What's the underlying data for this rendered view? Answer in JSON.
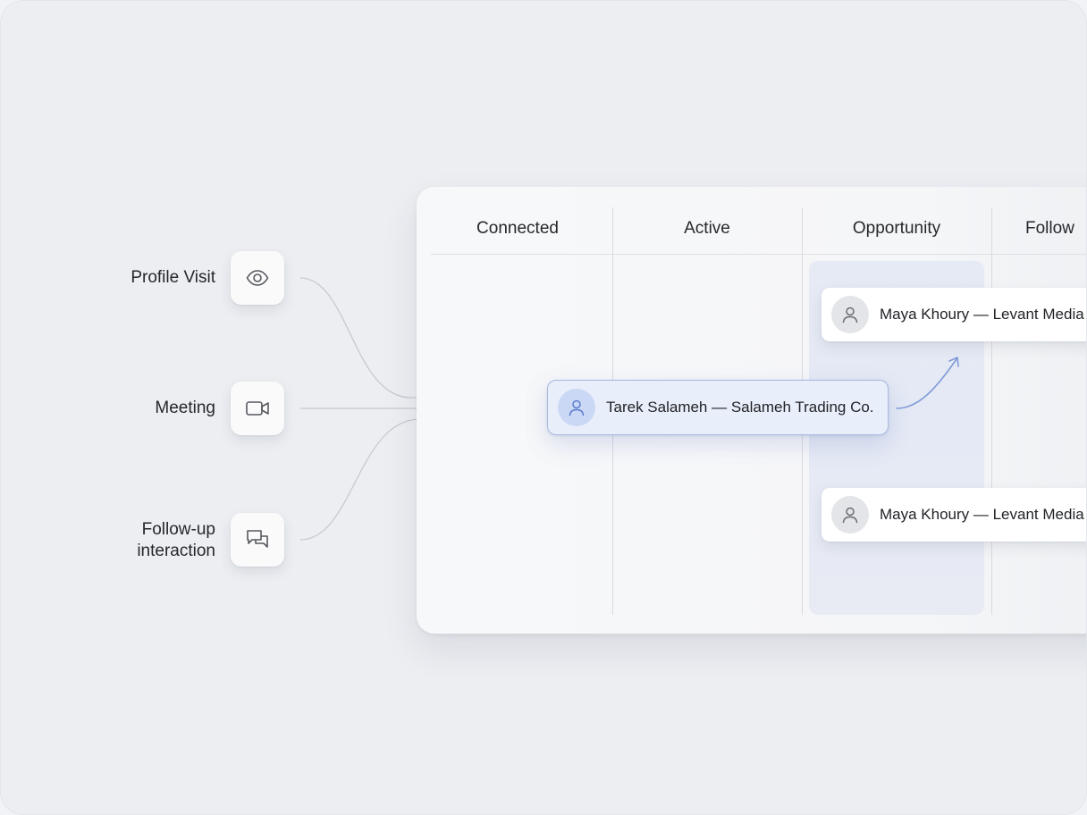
{
  "sources": [
    {
      "label": "Profile Visit",
      "icon": "eye-icon"
    },
    {
      "label": "Meeting",
      "icon": "video-camera-icon"
    },
    {
      "label_line1": "Follow-up",
      "label_line2": "interaction",
      "icon": "chat-bubbles-icon"
    }
  ],
  "board": {
    "columns": [
      "Connected",
      "Active",
      "Opportunity",
      "Follow"
    ],
    "main_card": {
      "name": "Tarek Salameh — Salameh Trading Co."
    },
    "cards": [
      {
        "name": "Maya Khoury — Levant Media"
      },
      {
        "name": "Maya Khoury — Levant Media"
      }
    ]
  },
  "colors": {
    "accent": "#7f9ad6",
    "highlight": "#e4e9f5",
    "connector": "#c4c8cf"
  }
}
